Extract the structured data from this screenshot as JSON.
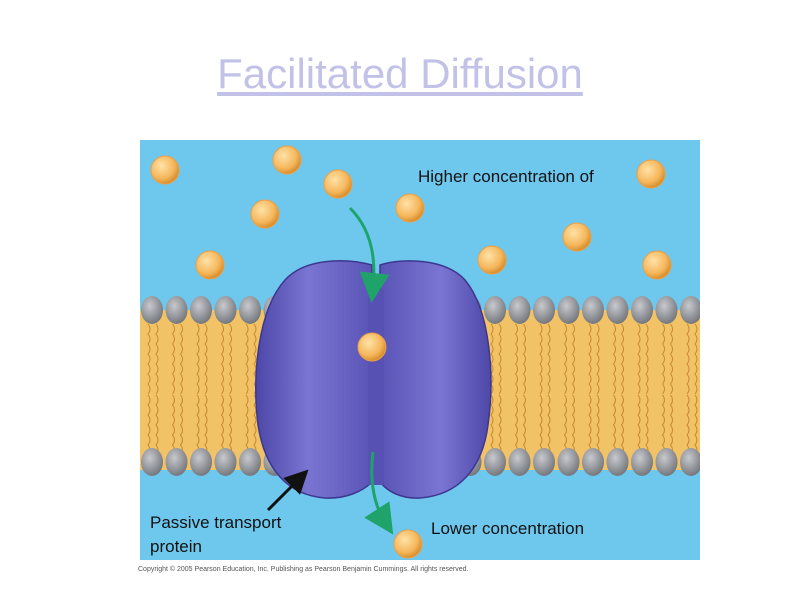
{
  "slide": {
    "title": "Facilitated Diffusion"
  },
  "figure": {
    "label_top": "Higher concentration of",
    "label_bottom": "Lower concentration",
    "label_protein_line1": "Passive transport",
    "label_protein_line2": "protein",
    "copyright": "Copyright © 2005 Pearson Education, Inc. Publishing as Pearson Benjamin Cummings. All rights reserved."
  },
  "colors": {
    "extracellular": "#6ec8ee",
    "lipid_tail": "#f1c266",
    "lipid_head": "#8c8f95",
    "protein": "#6e68c4",
    "solute": "#f5b65a",
    "arrow": "#1fa36b"
  }
}
